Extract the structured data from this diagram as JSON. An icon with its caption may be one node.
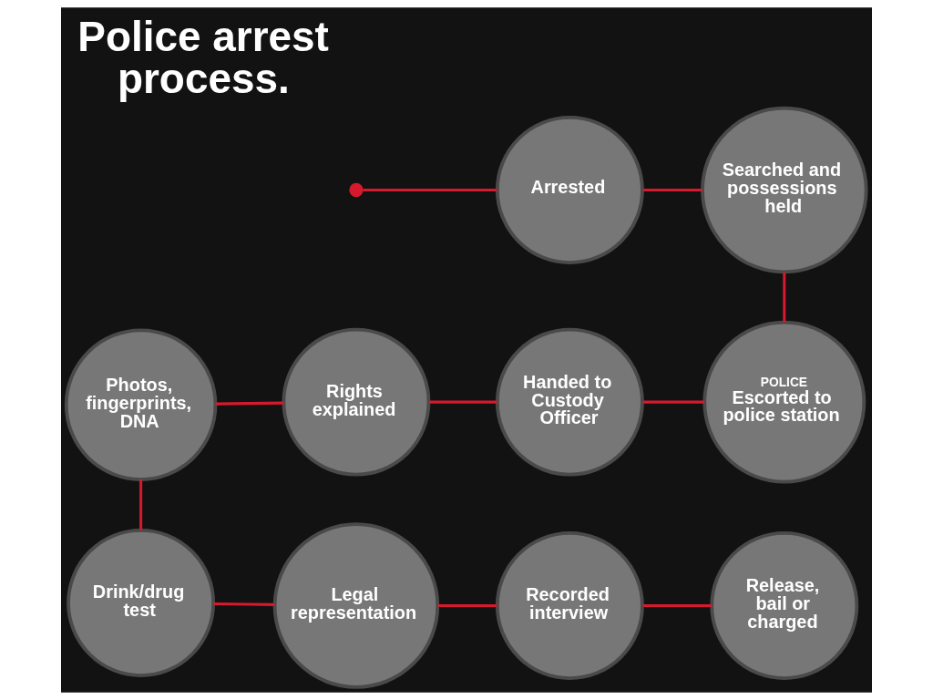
{
  "diagram": {
    "title": "Police arrest process.",
    "nodes": [
      {
        "text": [],
        "shape": "circle"
      },
      {
        "text": [
          "Arrested"
        ]
      },
      {
        "text": [
          "Searched and possessions held"
        ]
      },
      {
        "text": [
          "POLICE",
          "Escorted to police station"
        ]
      },
      {
        "text": [
          "Handed to Custody Officer"
        ]
      },
      {
        "text": [
          "Rights explained"
        ]
      },
      {
        "text": [
          "Photos, fingerprints, DNA"
        ]
      },
      {
        "text": [
          "Drink/drug test"
        ]
      },
      {
        "text": [
          "Legal representation"
        ]
      },
      {
        "text": [
          "Recorded interview"
        ]
      },
      {
        "text": [
          "Release, bail or charged"
        ]
      }
    ],
    "edges": [
      {
        "from": 0,
        "to": 1,
        "arrow": "none"
      },
      {
        "from": 1,
        "to": 2,
        "arrow": "none"
      },
      {
        "from": 2,
        "to": 3,
        "arrow": "none"
      },
      {
        "from": 3,
        "to": 4,
        "arrow": "none"
      },
      {
        "from": 4,
        "to": 5,
        "arrow": "none"
      },
      {
        "from": 5,
        "to": 6,
        "arrow": "none"
      },
      {
        "from": 6,
        "to": 7,
        "arrow": "none"
      },
      {
        "from": 7,
        "to": 8,
        "arrow": "none"
      },
      {
        "from": 8,
        "to": 9,
        "arrow": "none"
      },
      {
        "from": 9,
        "to": 10,
        "arrow": "none"
      }
    ]
  }
}
